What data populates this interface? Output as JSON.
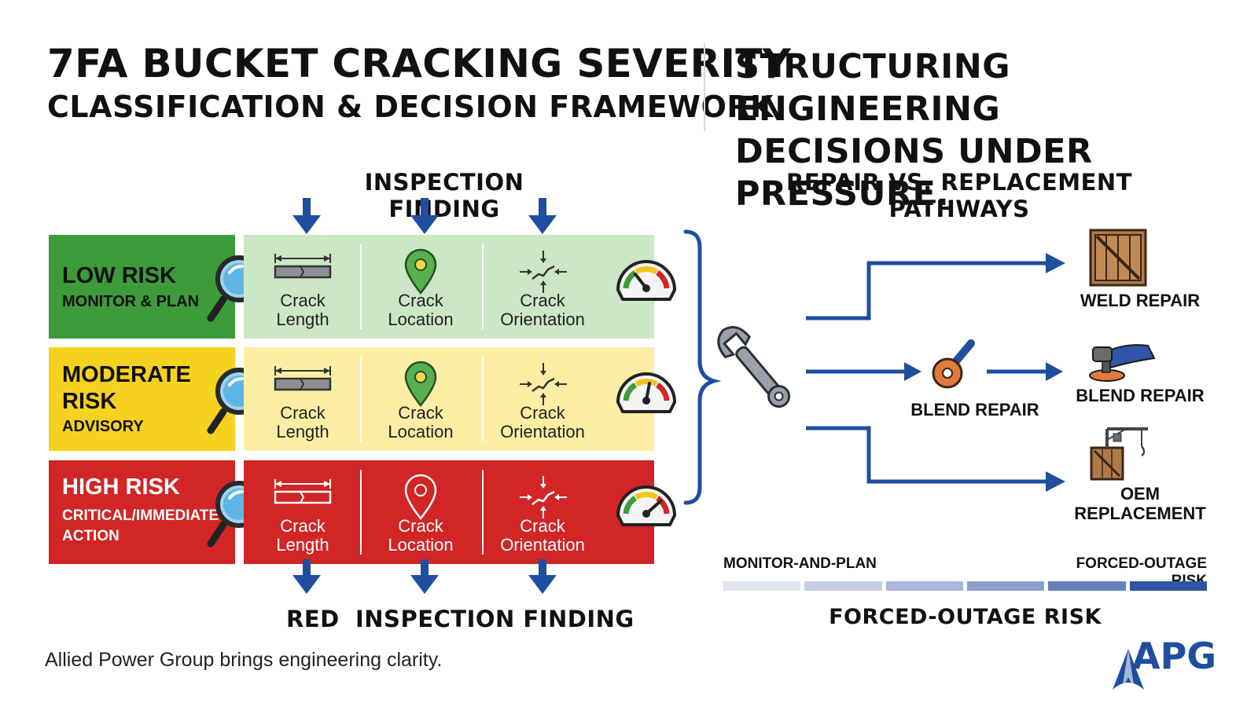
{
  "header": {
    "title_line1": "7FA BUCKET CRACKING SEVERITY",
    "title_line2": "CLASSIFICATION & DECISION FRAMEWORK",
    "tagline": "STRUCTURING ENGINEERING DECISIONS UNDER PRESSURE."
  },
  "matrix": {
    "top_label": "INSPECTION FINDING",
    "bottom_label_prefix": "RED",
    "bottom_label": "INSPECTION FINDING",
    "rows": [
      {
        "risk": "LOW RISK",
        "action": "MONITOR & PLAN",
        "color": "#3d9b3a",
        "cells_bg": "#cbe7c6"
      },
      {
        "risk": "MODERATE RISK",
        "action": "ADVISORY",
        "color": "#f5d21f",
        "cells_bg": "#fbeea4"
      },
      {
        "risk": "HIGH RISK",
        "action": "CRITICAL/IMMEDIATE ACTION",
        "color": "#d12526",
        "cells_bg": "#d12526"
      }
    ],
    "cells": [
      {
        "line1": "Crack",
        "line2": "Length",
        "icon": "crack-length-icon"
      },
      {
        "line1": "Crack",
        "line2": "Location",
        "icon": "location-pin-icon"
      },
      {
        "line1": "Crack",
        "line2": "Orientation",
        "icon": "crack-orientation-icon"
      }
    ]
  },
  "pathways": {
    "title": "REPAIR VS. REPLACEMENT PATHWAYS",
    "weld_repair": "WELD REPAIR",
    "blend_repair_mid": "BLEND REPAIR",
    "blend_repair": "BLEND REPAIR",
    "oem_line1": "OEM",
    "oem_line2": "REPLACEMENT",
    "scale_left": "MONITOR-AND-PLAN",
    "scale_right": "FORCED-OUTAGE RISK",
    "scale_title": "FORCED-OUTAGE RISK",
    "scale_colors": [
      "#dfe4f1",
      "#c5cfe6",
      "#a8b7da",
      "#8b9fcf",
      "#6680c0",
      "#2f56a6"
    ]
  },
  "footer": {
    "text": "Allied Power Group brings engineering clarity.",
    "logo": "APG"
  },
  "colors": {
    "arrow_blue": "#1f4e9e",
    "low": "#3d9b3a",
    "moderate": "#f5d21f",
    "high": "#d12526"
  }
}
